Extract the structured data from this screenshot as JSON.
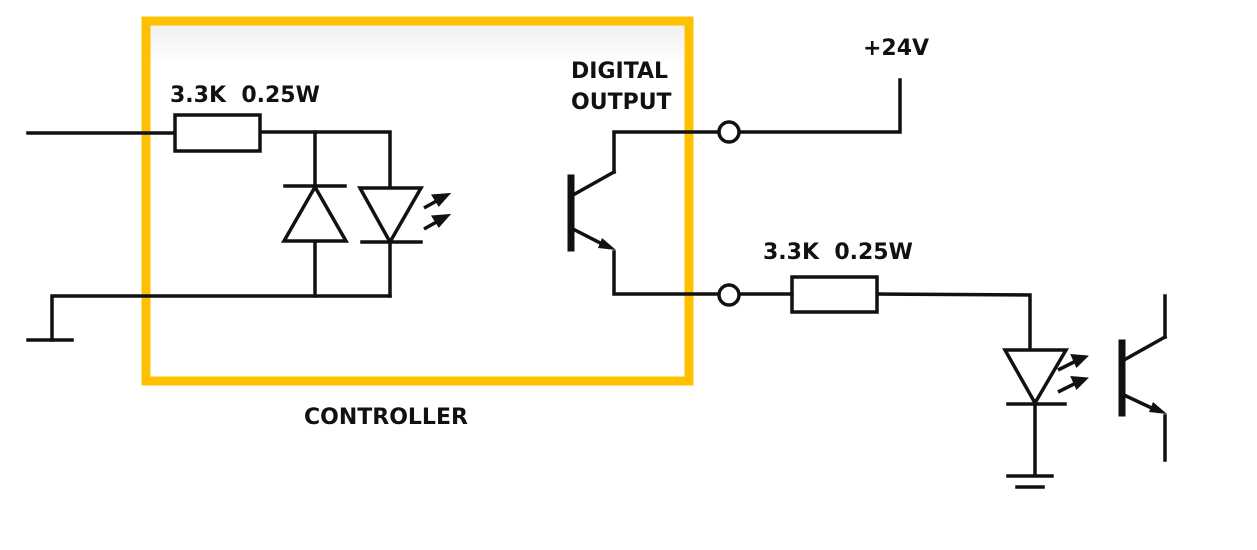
{
  "diagram": {
    "title": "Controller digital output wiring",
    "colors": {
      "wire": "#111111",
      "controller_border": "#FFC000",
      "background": "#FFFFFF"
    },
    "labels": {
      "input_resistor": "3.3K  0.25W",
      "digital_output_line1": "DIGITAL",
      "digital_output_line2": "OUTPUT",
      "supply": "+24V",
      "output_resistor": "3.3K  0.25W",
      "controller": "CONTROLLER"
    },
    "components": [
      {
        "id": "input-resistor",
        "type": "resistor",
        "value": "3.3K",
        "power": "0.25W",
        "location": "controller input"
      },
      {
        "id": "protection-diode",
        "type": "diode",
        "location": "controller input"
      },
      {
        "id": "input-optocoupler-led",
        "type": "led",
        "location": "controller input"
      },
      {
        "id": "output-transistor",
        "type": "npn-transistor",
        "location": "controller digital output"
      },
      {
        "id": "terminal-top",
        "type": "terminal",
        "connects_to": "+24V"
      },
      {
        "id": "terminal-bottom",
        "type": "terminal",
        "connects_to": "output resistor"
      },
      {
        "id": "output-resistor",
        "type": "resistor",
        "value": "3.3K",
        "power": "0.25W",
        "location": "external load"
      },
      {
        "id": "load-optocoupler-led",
        "type": "led",
        "location": "external load"
      },
      {
        "id": "load-phototransistor",
        "type": "npn-phototransistor",
        "location": "external load"
      },
      {
        "id": "ground-left",
        "type": "ground"
      },
      {
        "id": "ground-right",
        "type": "ground"
      }
    ]
  }
}
